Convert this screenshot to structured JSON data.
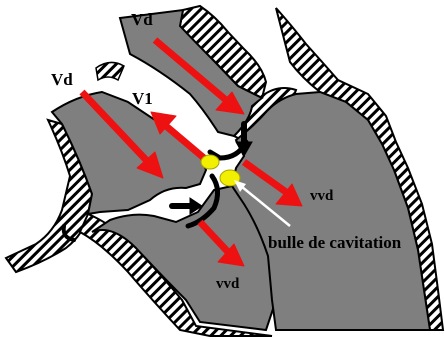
{
  "labels": {
    "vd_top": "Vd",
    "vd_left": "Vd",
    "v1": "V1",
    "vvd_right": "vvd",
    "vvd_bottom": "vvd",
    "bubble": "bulle de cavitation"
  },
  "colors": {
    "tissue": "#7f7f7f",
    "arrow": "#ee1111",
    "bubble": "#f2ef00",
    "outline": "#000000",
    "pointer": "#ffffff"
  }
}
